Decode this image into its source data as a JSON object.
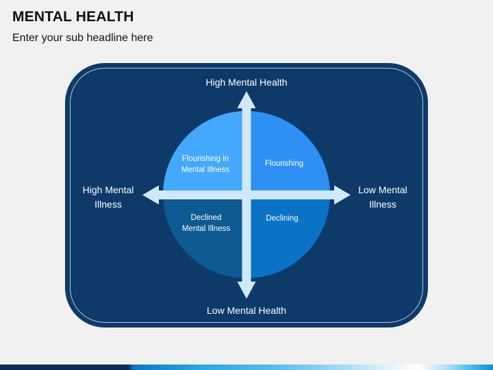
{
  "slide": {
    "title": "MENTAL HEALTH",
    "subtitle": "Enter your sub headline here"
  },
  "diagram": {
    "axis_labels": {
      "top": "High Mental Health",
      "bottom": "Low Mental Health",
      "left_line1": "High Mental",
      "left_line2": "Illness",
      "right_line1": "Low Mental",
      "right_line2": "Illness"
    },
    "quadrants": {
      "top_left": {
        "line1": "Flourishing in",
        "line2": "Mental Illness",
        "color": "#44a8fc"
      },
      "top_right": {
        "label": "Flourishing",
        "color": "#2e90f2"
      },
      "bottom_left": {
        "line1": "Declined",
        "line2": "Mental Illness",
        "color": "#0e5a92"
      },
      "bottom_right": {
        "label": "Declining",
        "color": "#0b73c6"
      }
    },
    "colors": {
      "panel_bg": "#0e3a6a",
      "panel_inner_border": "#d6e2ee",
      "cross_arrow": "#cfe8fb",
      "label_text": "#ffffff"
    }
  },
  "footer_bar": {
    "gradient": [
      "#0d2c55 0%",
      "#0d2c55 26%",
      "#0b76c4 27%",
      "#2aa6e0 40%",
      "#55bce9 55%",
      "#a8dcf4 70%",
      "#e9f6fd 80%",
      "#ffffff 85%",
      "#aadcf4 91%",
      "#56bfe9 95%",
      "#0e8fd3 100%"
    ]
  }
}
